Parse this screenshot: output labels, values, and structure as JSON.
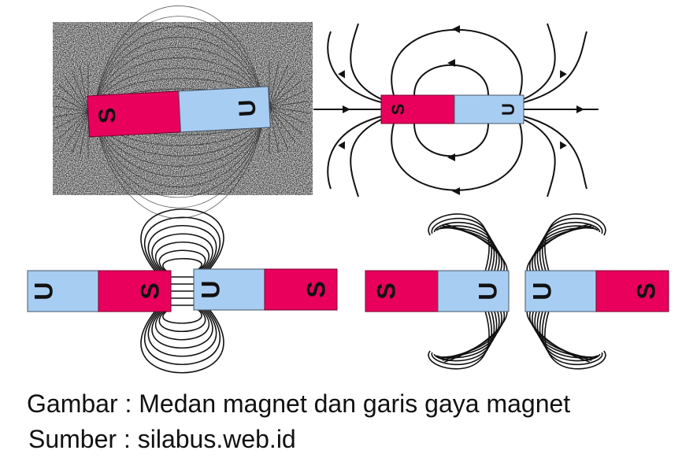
{
  "caption": {
    "title": "Gambar : Medan magnet dan garis gaya magnet",
    "source": "Sumber : silabus.web.id"
  },
  "colors": {
    "north_pole": "#a8cdf2",
    "south_pole": "#e8005c",
    "field_line": "#111111",
    "filings_bg": "#d9d9d9"
  },
  "panels": [
    {
      "id": "iron-filings",
      "bar": {
        "left": "S",
        "right": "U"
      }
    },
    {
      "id": "single-magnet-field",
      "bar": {
        "left": "S",
        "right": "U"
      }
    },
    {
      "id": "unlike-poles-attract",
      "bars": [
        {
          "left": "U",
          "right": "S"
        },
        {
          "left": "U",
          "right": "S"
        }
      ]
    },
    {
      "id": "like-poles-repel",
      "bars": [
        {
          "left": "S",
          "right": "U"
        },
        {
          "left": "U",
          "right": "S"
        }
      ]
    }
  ]
}
